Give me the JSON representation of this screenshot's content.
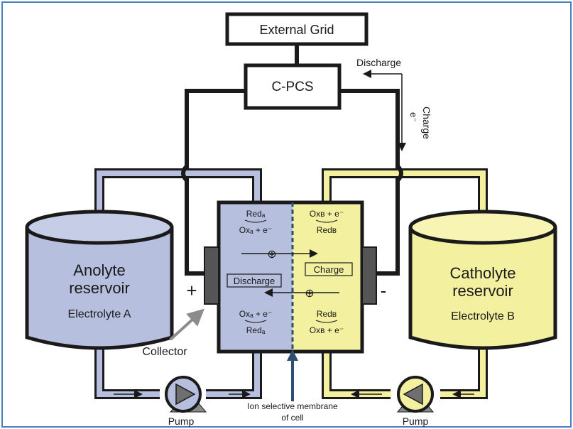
{
  "labels": {
    "external_grid": "External Grid",
    "cpcs": "C-PCS",
    "discharge_top": "Discharge",
    "electron": "e⁻",
    "charge_side": "Charge",
    "anolyte_line1": "Anolyte",
    "anolyte_line2": "reservoir",
    "anolyte_electrolyte": "Electrolyte A",
    "catholyte_line1": "Catholyte",
    "catholyte_line2": "reservoir",
    "catholyte_electrolyte": "Electrolyte B",
    "plus": "+",
    "minus": "-",
    "collector": "Collector",
    "pump_left": "Pump",
    "pump_right": "Pump",
    "membrane_line1": "Ion selective membrane",
    "membrane_line2": "of cell",
    "cell_charge": "Charge",
    "cell_discharge": "Discharge",
    "reaction_left_top_1": "Redₐ",
    "reaction_left_top_2": "Oxₐ + e⁻",
    "reaction_right_top_1": "Oxʙ + e⁻",
    "reaction_right_top_2": "Redʙ",
    "reaction_left_bottom_1": "Oxₐ + e⁻",
    "reaction_left_bottom_2": "Redₐ",
    "reaction_right_bottom_1": "Redʙ",
    "reaction_right_bottom_2": "Oxʙ + e⁻",
    "ion_symbol": "⊕"
  },
  "colors": {
    "anolyte": "#b6bfdd",
    "catholyte": "#f3f0a0",
    "outline": "#1a1a1a",
    "membrane": "#2e4f6f",
    "collector_arrow": "#8c8c8c",
    "electrode": "#555555",
    "frame_border": "#4a7fc1"
  }
}
